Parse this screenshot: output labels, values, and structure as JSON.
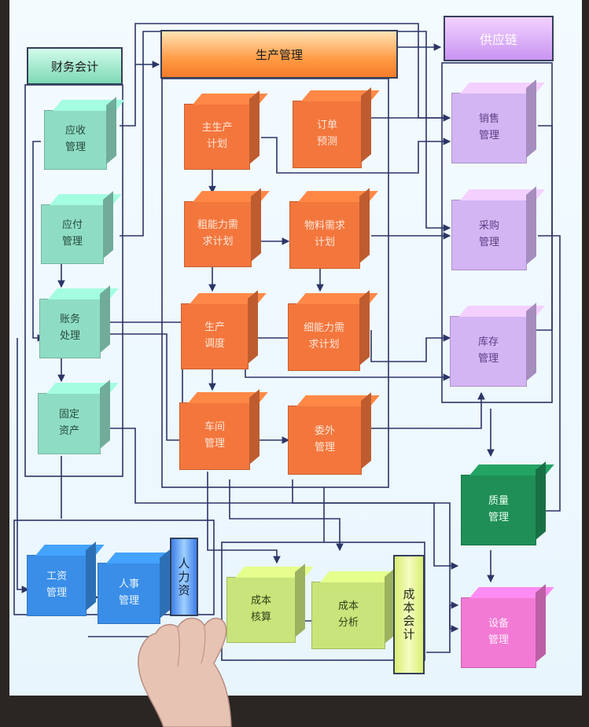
{
  "headers": {
    "finance": "财务会计",
    "production": "生产管理",
    "supply_chain": "供应链"
  },
  "side_labels": {
    "human_resources": "人力资",
    "cost_accounting": "成本会计"
  },
  "modules": {
    "finance": [
      {
        "line1": "应收",
        "line2": "管理"
      },
      {
        "line1": "应付",
        "line2": "管理"
      },
      {
        "line1": "账务",
        "line2": "处理"
      },
      {
        "line1": "固定",
        "line2": "资产"
      }
    ],
    "production_left": [
      {
        "line1": "主生产",
        "line2": "计划"
      },
      {
        "line1": "粗能力需",
        "line2": "求计划"
      },
      {
        "line1": "生产",
        "line2": "调度"
      },
      {
        "line1": "车间",
        "line2": "管理"
      }
    ],
    "production_right": [
      {
        "line1": "订单",
        "line2": "预测"
      },
      {
        "line1": "物料需求",
        "line2": "计划"
      },
      {
        "line1": "细能力需",
        "line2": "求计划"
      },
      {
        "line1": "委外",
        "line2": "管理"
      }
    ],
    "supply_chain": [
      {
        "line1": "销售",
        "line2": "管理"
      },
      {
        "line1": "采购",
        "line2": "管理"
      },
      {
        "line1": "库存",
        "line2": "管理"
      }
    ],
    "quality": {
      "line1": "质量",
      "line2": "管理"
    },
    "equipment": {
      "line1": "设备",
      "line2": "管理"
    },
    "hr": [
      {
        "line1": "工资",
        "line2": "管理"
      },
      {
        "line1": "人事",
        "line2": "管理"
      }
    ],
    "cost": [
      {
        "line1": "成本",
        "line2": "核算"
      },
      {
        "line1": "成本",
        "line2": "分析"
      }
    ]
  },
  "colors": {
    "finance": "#8fdcc4",
    "production": "#f3763d",
    "supply_chain": "#d3b5f4",
    "quality": "#1f8f57",
    "equipment": "#f27ad4",
    "hr": "#3a8ee8",
    "cost": "#c8e47a",
    "wire": "#2b3566"
  }
}
